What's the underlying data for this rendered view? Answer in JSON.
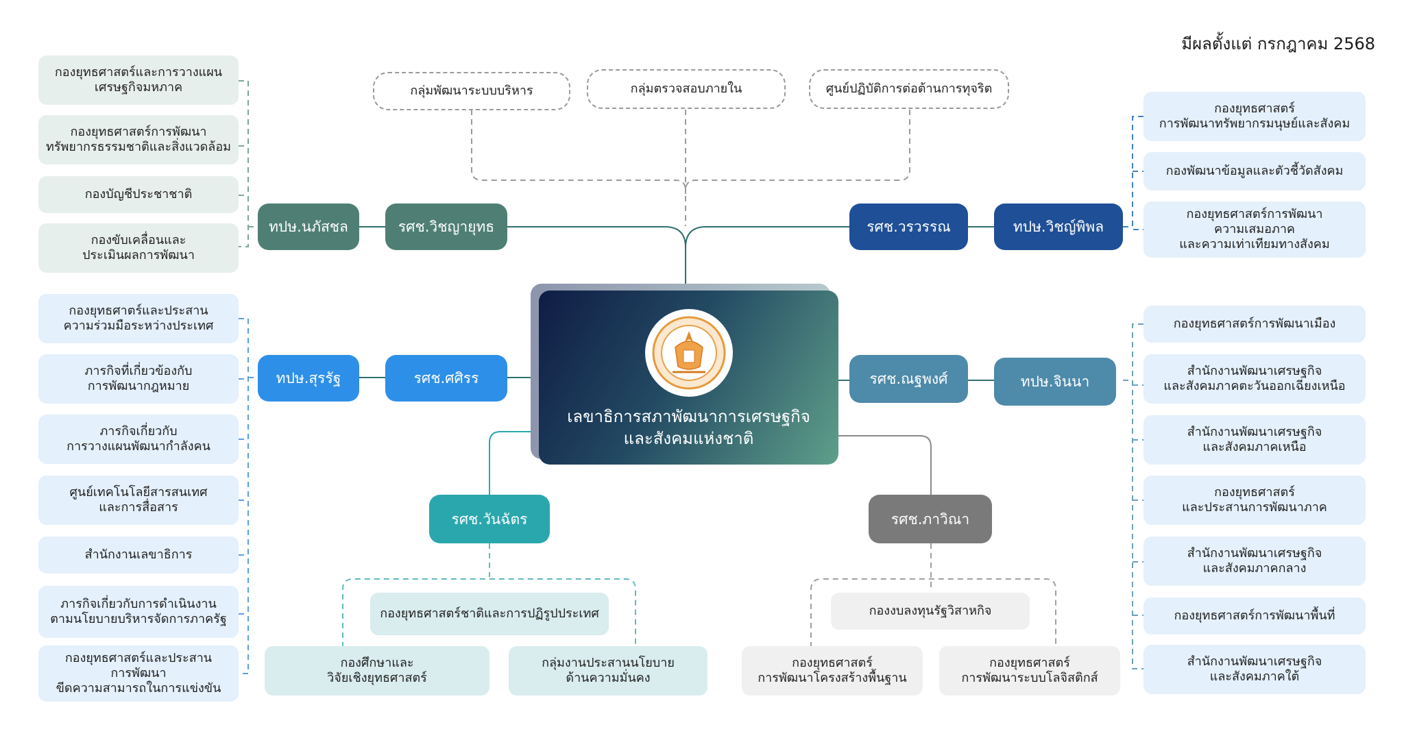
{
  "header": {
    "effective_date": "มีผลตั้งแต่ กรกฎาคม 2568"
  },
  "center": {
    "title": "เลขาธิการสภาพัฒนาการเศรษฐกิจ\nและสังคมแห่งชาติ",
    "seal_icon": "nesdc-seal-icon"
  },
  "top_groups": [
    "กลุ่มพัฒนาระบบบริหาร",
    "กลุ่มตรวจสอบภายใน",
    "ศูนย์ปฏิบัติการต่อต้านการทุจริต"
  ],
  "branches": {
    "top_left": {
      "deputy_secretary": "รศช.วิชญายุทธ",
      "advisor": "ทปษ.นภัสชล",
      "color": "#4f7f74",
      "units": [
        "กองยุทธศาสตร์และการวางแผน\nเศรษฐกิจมหภาค",
        "กองยุทธศาสตร์การพัฒนา\nทรัพยากรธรรมชาติและสิ่งแวดล้อม",
        "กองบัญชีประชาชาติ",
        "กองขับเคลื่อนและ\nประเมินผลการพัฒนา"
      ]
    },
    "top_right": {
      "deputy_secretary": "รศช.วรวรรณ",
      "advisor": "ทปษ.วิชญ์พิพล",
      "color": "#1f4f96",
      "units": [
        "กองยุทธศาสตร์\nการพัฒนาทรัพยากรมนุษย์และสังคม",
        "กองพัฒนาข้อมูลและตัวชี้วัดสังคม",
        "กองยุทธศาสตร์การพัฒนา\nความเสมอภาค\nและความเท่าเทียมทางสังคม"
      ]
    },
    "mid_left": {
      "deputy_secretary": "รศช.ศศิรร",
      "advisor": "ทปษ.สุรรัฐ",
      "color": "#2e8fe8",
      "units": [
        "กองยุทธศาตร์และประสาน\nความร่วมมือระหว่างประเทศ",
        "ภารกิจที่เกี่ยวข้องกับ\nการพัฒนากฎหมาย",
        "ภารกิจเกี่ยวกับ\nการวางแผนพัฒนากำลังคน",
        "ศูนย์เทคโนโลยีสารสนเทศ\nและการสื่อสาร",
        "สำนักงานเลขาธิการ",
        "ภารกิจเกี่ยวกับการดำเนินงาน\nตามนโยบายบริหารจัดการภาครัฐ",
        "กองยุทธศาสตร์และประสาน\nการพัฒนา\nขีดความสามารถในการแข่งขัน"
      ]
    },
    "mid_right": {
      "deputy_secretary": "รศช.ณฐพงศ์",
      "advisor": "ทปษ.จินนา",
      "color": "#4e8aa9",
      "units": [
        "กองยุทธศาสตร์การพัฒนาเมือง",
        "สำนักงานพัฒนาเศรษฐกิจ\nและสังคมภาคตะวันออกเฉียงเหนือ",
        "สำนักงานพัฒนาเศรษฐกิจ\nและสังคมภาคเหนือ",
        "กองยุทธศาสตร์\nและประสานการพัฒนาภาค",
        "สำนักงานพัฒนาเศรษฐกิจ\nและสังคมภาคกลาง",
        "กองยุทธศาสตร์การพัฒนาพื้นที่",
        "สำนักงานพัฒนาเศรษฐกิจ\nและสังคมภาคใต้"
      ]
    },
    "bottom_left": {
      "deputy_secretary": "รศช.วันฉัตร",
      "color": "#2aa7ad",
      "units": [
        "กองยุทธศาสตร์ชาติและการปฏิรูปประเทศ",
        "กองศึกษาและ\nวิจัยเชิงยุทธศาสตร์",
        "กลุ่มงานประสานนโยบาย\nด้านความมั่นคง"
      ]
    },
    "bottom_right": {
      "deputy_secretary": "รศช.ภาวิณา",
      "color": "#7a7a7a",
      "units": [
        "กองงบลงทุนรัฐวิสาหกิจ",
        "กองยุทธศาสตร์\nการพัฒนาโครงสร้างพื้นฐาน",
        "กองยุทธศาสตร์\nการพัฒนาระบบโลจิสติกส์"
      ]
    }
  }
}
